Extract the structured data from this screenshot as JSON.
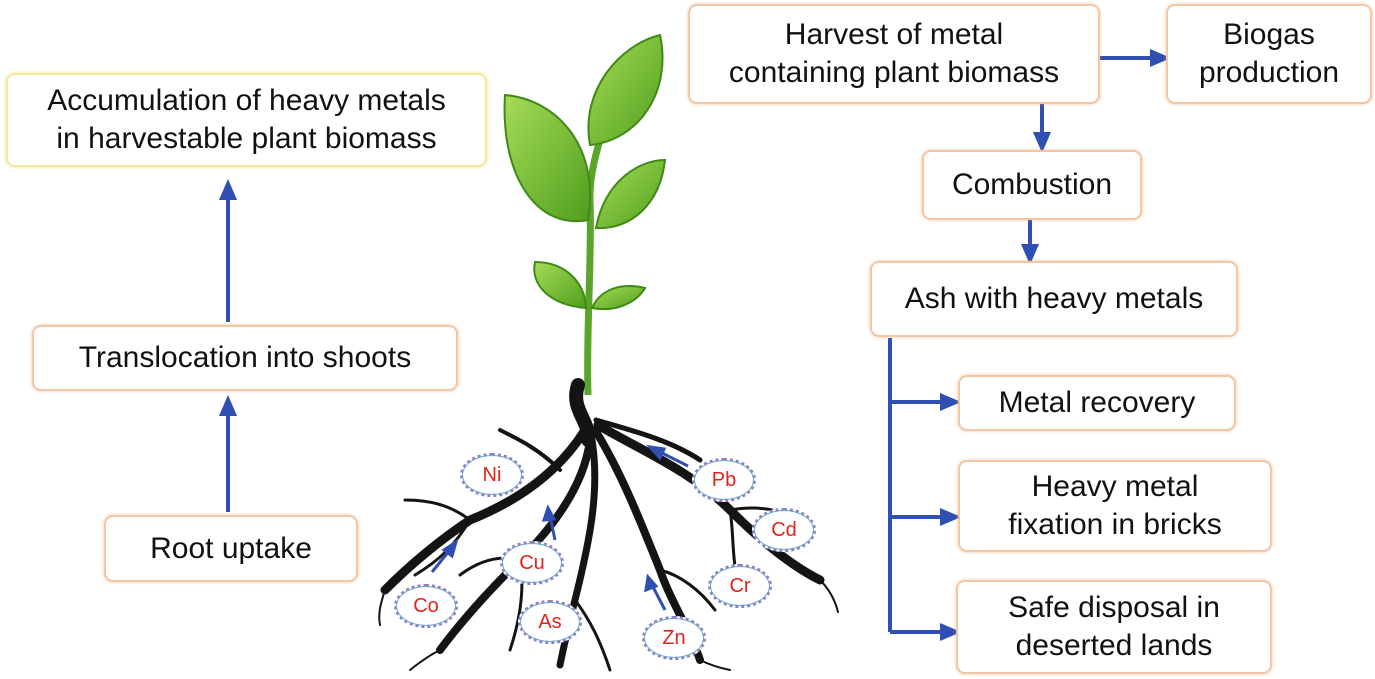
{
  "left_flow": {
    "accumulation": {
      "line1": "Accumulation of heavy metals",
      "line2": "in harvestable plant biomass"
    },
    "translocation": "Translocation into shoots",
    "root_uptake": "Root uptake"
  },
  "right_flow": {
    "harvest": {
      "line1": "Harvest of metal",
      "line2": "containing plant biomass"
    },
    "biogas": {
      "line1": "Biogas",
      "line2": "production"
    },
    "combustion": "Combustion",
    "ash": "Ash with heavy metals",
    "metal_recovery": "Metal recovery",
    "fixation": {
      "line1": "Heavy metal",
      "line2": "fixation in bricks"
    },
    "disposal": {
      "line1": "Safe disposal in",
      "line2": "deserted lands"
    }
  },
  "metals": {
    "ni": "Ni",
    "pb": "Pb",
    "cd": "Cd",
    "cu": "Cu",
    "cr": "Cr",
    "co": "Co",
    "as": "As",
    "zn": "Zn"
  },
  "colors": {
    "arrow": "#2f4fb3",
    "box_border": "#f3c6a4",
    "highlight_border": "#f3e7a2",
    "metal_text": "#e0231b",
    "leaf": "#6fbf2a",
    "root": "#141414"
  }
}
